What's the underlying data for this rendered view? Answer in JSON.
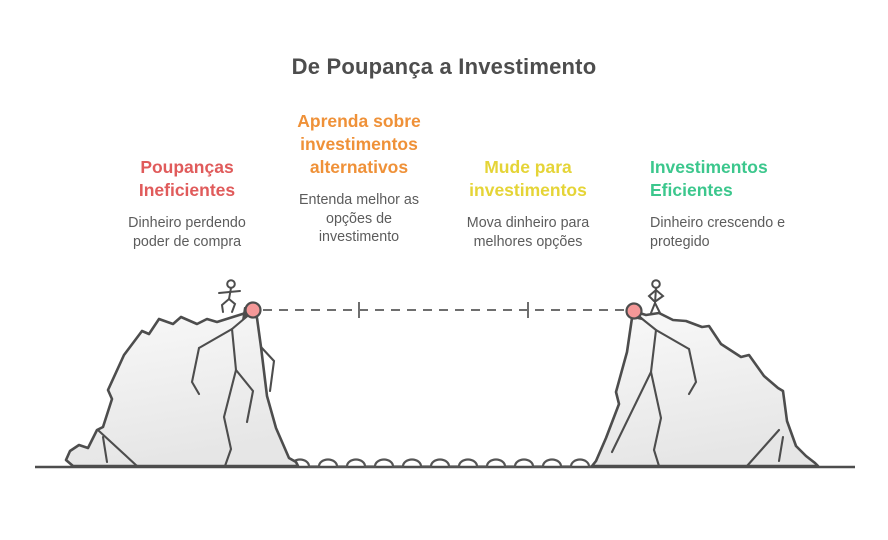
{
  "title": "De Poupança a Investimento",
  "steps": [
    {
      "heading": "Poupanças\nIneficientes",
      "description": "Dinheiro perdendo\npoder de compra",
      "color": "#e05b5b"
    },
    {
      "heading": "Aprenda sobre\ninvestimentos\nalternativos",
      "description": "Entenda melhor as\nopções de\ninvestimento",
      "color": "#ef9138"
    },
    {
      "heading": "Mude para\ninvestimentos",
      "description": "Mova dinheiro para\nmelhores opções",
      "color": "#e5d437"
    },
    {
      "heading": "Investimentos\nEficientes",
      "description": "Dinheiro crescendo e\nprotegido",
      "color": "#3cc78d"
    }
  ],
  "colors": {
    "title": "#4d4d4d",
    "description_text": "#5c5c5c",
    "outline": "#4d4d4d",
    "cliff_fill_top": "#f9f9f9",
    "cliff_fill_bottom": "#e6e6e6",
    "marker_fill": "#f59898",
    "dashed_line": "#6e6e6e"
  },
  "icons": {
    "left_figure": "stick-figure-walking-icon",
    "right_figure": "stick-figure-standing-icon",
    "left_marker": "journey-start-marker",
    "right_marker": "journey-end-marker"
  }
}
